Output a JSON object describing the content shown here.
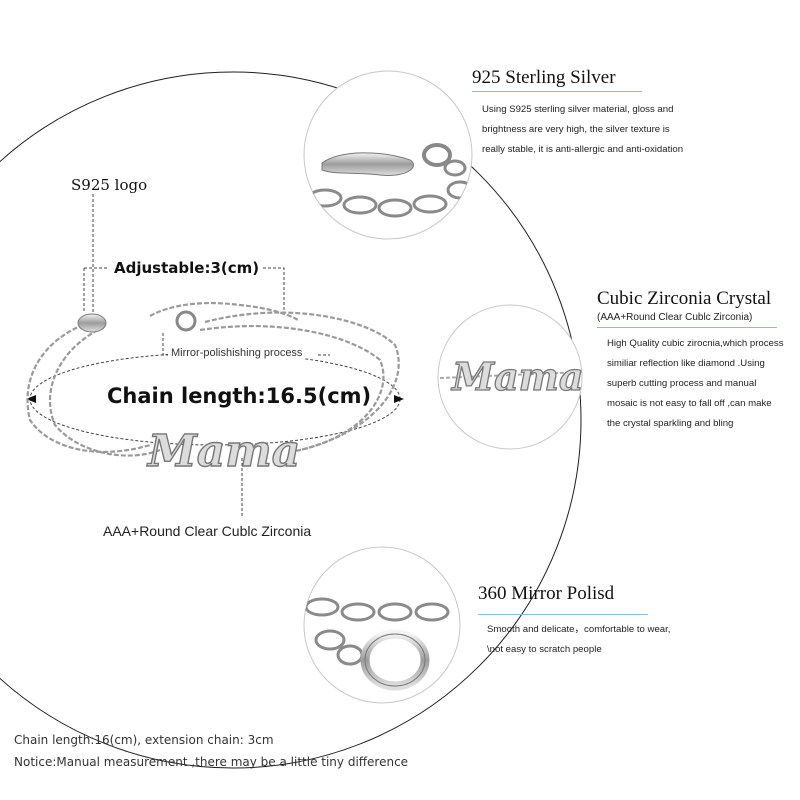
{
  "labels": {
    "logo": "S925 logo",
    "adjustable": "Adjustable:3(cm)",
    "mirror_process": "Mirror-polishishing process",
    "chain_length": "Chain length:16.5(cm)",
    "zirconia": "AAA+Round Clear Cublc Zirconia"
  },
  "pendant_text": "Mama",
  "features": [
    {
      "title": "925 Sterling Silver",
      "description_lines": [
        "Using S925 sterling silver material, gloss and",
        "brightness are very high, the silver texture is",
        "really stable, it is anti-allergic and anti-oxidation"
      ]
    },
    {
      "title": "Cubic Zirconia Crystal",
      "subtitle": "(AAA+Round Clear Cublc Zirconia)",
      "description_lines": [
        "High Quality cubic zirocnia,which process",
        "similiar reflection like diamond .Using",
        "superb cutting process and manual",
        "mosaic is not easy to fall off ,can make",
        "the crystal sparkling and bling"
      ]
    },
    {
      "title": "360 Mirror Polisd",
      "description_lines": [
        "Smooth and delicate，comfortable to wear,",
        "\\not easy to scratch people"
      ]
    }
  ],
  "notes": {
    "line1": "Chain length:16(cm), extension chain: 3cm",
    "line2": "Notice:Manual measurement ,there may be a little tiny  difference"
  },
  "colors": {
    "accent_rule": "#8fb8de",
    "silver_light": "#e8e8e8",
    "silver_dark": "#6e6e6e"
  }
}
